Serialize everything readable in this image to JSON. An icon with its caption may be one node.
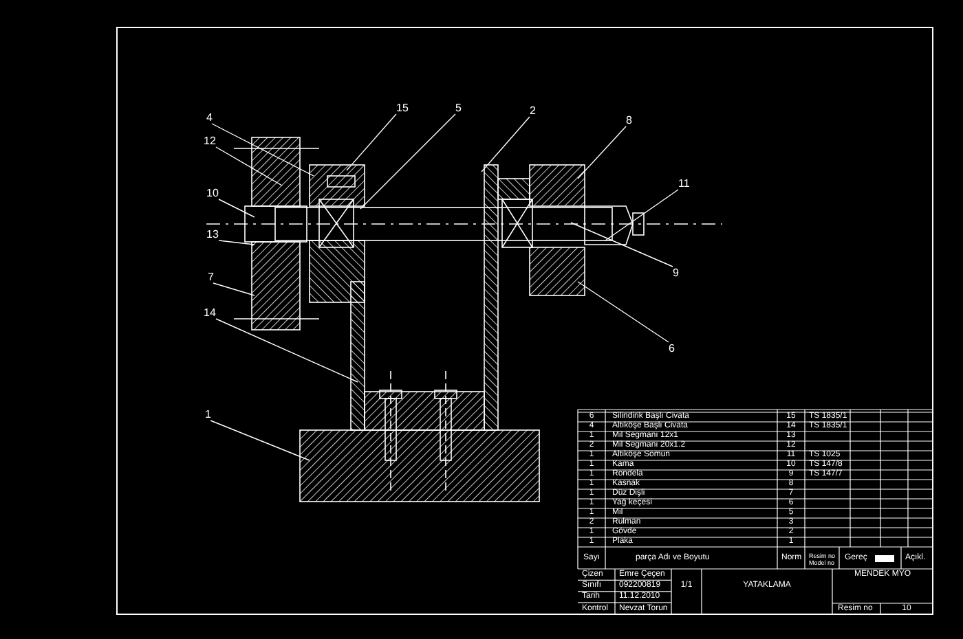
{
  "diagram": {
    "nodes": [
      {
        "text": [
          "4"
        ]
      },
      {
        "text": [
          "12"
        ]
      },
      {
        "text": [
          "10"
        ]
      },
      {
        "text": [
          "13"
        ]
      },
      {
        "text": [
          "7"
        ]
      },
      {
        "text": [
          "14"
        ]
      },
      {
        "text": [
          "1"
        ]
      },
      {
        "text": [
          "15"
        ]
      },
      {
        "text": [
          "5"
        ]
      },
      {
        "text": [
          "2"
        ]
      },
      {
        "text": [
          "8"
        ]
      },
      {
        "text": [
          "11"
        ]
      },
      {
        "text": [
          "9"
        ]
      },
      {
        "text": [
          "6"
        ]
      }
    ],
    "edges": [
      {
        "from": 0,
        "to": null,
        "arrow": "none"
      },
      {
        "from": 1,
        "to": null,
        "arrow": "none"
      },
      {
        "from": 2,
        "to": null,
        "arrow": "none"
      },
      {
        "from": 3,
        "to": null,
        "arrow": "none"
      },
      {
        "from": 4,
        "to": null,
        "arrow": "none"
      },
      {
        "from": 5,
        "to": null,
        "arrow": "none"
      },
      {
        "from": 6,
        "to": null,
        "arrow": "none"
      },
      {
        "from": 7,
        "to": null,
        "arrow": "none"
      },
      {
        "from": 8,
        "to": null,
        "arrow": "none"
      },
      {
        "from": 9,
        "to": null,
        "arrow": "none"
      },
      {
        "from": 10,
        "to": null,
        "arrow": "none"
      },
      {
        "from": 11,
        "to": null,
        "arrow": "none"
      },
      {
        "from": 12,
        "to": null,
        "arrow": "none"
      },
      {
        "from": 13,
        "to": null,
        "arrow": "none"
      }
    ],
    "labels": [
      "6",
      "Silindirik Başlı Civata",
      "15",
      "TS 1835/1",
      "4",
      "Altıköşe Başlı Civata",
      "14",
      "TS 1835/1",
      "1",
      "Mil Segmanı 12x1",
      "13",
      "2",
      "Mil Segmanı 20x1.2",
      "12",
      "1",
      "Altıköşe Somun",
      "11",
      "TS 1025",
      "1",
      "Kama",
      "10",
      "TS 147/8",
      "1",
      "Rondela",
      "9",
      "TS 147/7",
      "1",
      "Kasnak",
      "8",
      "1",
      "Düz Dişli",
      "7",
      "1",
      "Yağ keçesi",
      "6",
      "1",
      "Mil",
      "5",
      "2",
      "Rulman",
      "3",
      "1",
      "Gövde",
      "2",
      "1",
      "Plaka",
      "1",
      "Sayı",
      "parça Adı ve Boyutu",
      "Norm",
      "Resim no Model no",
      "Gereç",
      "Açıkl.",
      "Çizen",
      "Emre Çeçen",
      "1/1",
      "YATAKLAMA",
      "MENDEK MYO",
      "Sınıfı",
      "092200819",
      "Tarih",
      "11.12.2010",
      "Kontrol",
      "Nevzat Torun",
      "Resim no",
      "10"
    ]
  }
}
